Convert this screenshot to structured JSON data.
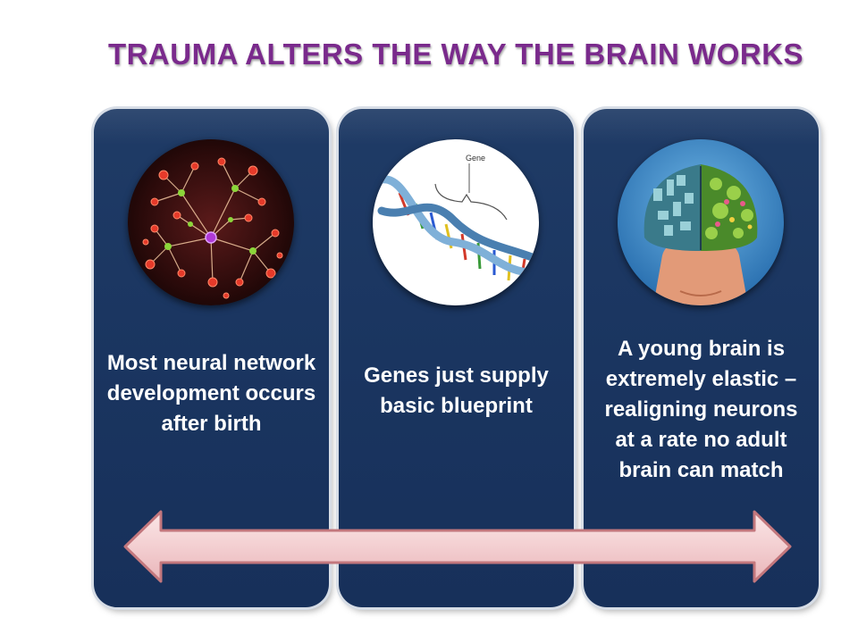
{
  "slide": {
    "title": "Trauma Alters the Way the Brain Works"
  },
  "panels": [
    {
      "image_icon": "neural-network-icon",
      "caption": "Most neural network development occurs after birth"
    },
    {
      "image_icon": "dna-helix-icon",
      "image_label": "Gene",
      "caption": "Genes just supply basic blueprint"
    },
    {
      "image_icon": "brain-head-icon",
      "caption": "A young brain is extremely elastic – realigning neurons at a rate no adult brain can match"
    }
  ],
  "colors": {
    "title": "#7a2a8c",
    "panel_background": "#1f3b66",
    "panel_text": "#ffffff",
    "arrow_fill": "#f3d0d2",
    "arrow_outline": "#c3777d"
  }
}
